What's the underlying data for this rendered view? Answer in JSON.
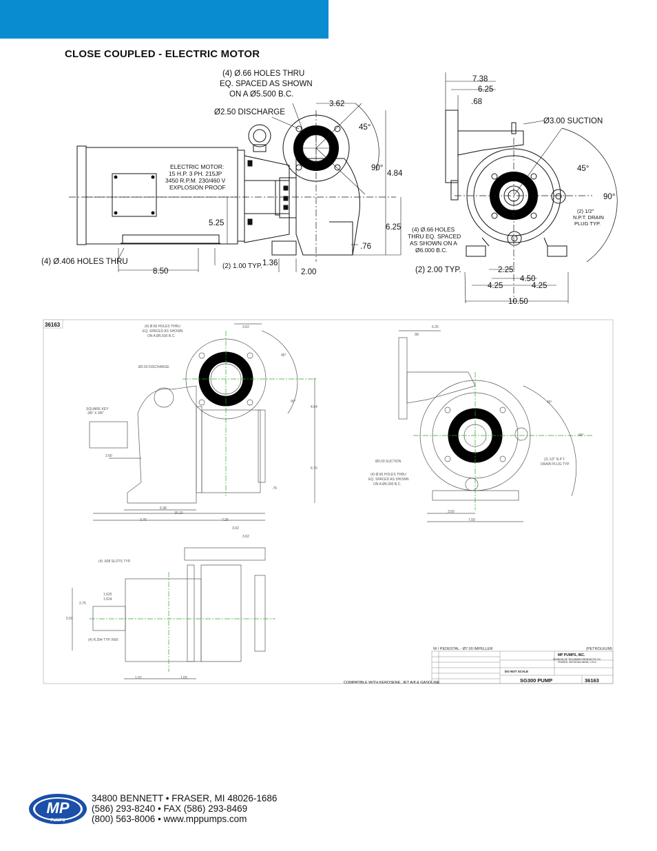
{
  "header": {
    "bar_color": "#0a8cd1"
  },
  "section_title": "CLOSE COUPLED - ELECTRIC MOTOR",
  "drawing1": {
    "holes_note": [
      "(4) Ø.66 HOLES THRU",
      "EQ. SPACED AS SHOWN",
      "ON A Ø5.500 B.C."
    ],
    "discharge": "Ø2.50 DISCHARGE",
    "dim_362": "3.62",
    "angle_45": "45°",
    "angle_90": "90°",
    "dim_484": "4.84",
    "motor_note": [
      "ELECTRIC MOTOR:",
      "15 H.P. 3 PH. 215JP",
      "3450 R.P.M. 230/460 V",
      "EXPLOSION PROOF"
    ],
    "dim_525": "5.25",
    "dim_625": "6.25",
    "dim_76": ".76",
    "holes_406": "(4) Ø.406 HOLES THRU",
    "dim_850": "8.50",
    "dim_100": "(2) 1.00 TYP.",
    "dim_136": "1.36",
    "dim_200": "2.00"
  },
  "drawing2": {
    "dim_738": "7.38",
    "dim_625": "6.25",
    "dim_68": ".68",
    "suction": "Ø3.00 SUCTION",
    "angle_45": "45°",
    "angle_90": "90°",
    "drain_note": [
      "(2) 1/2\"",
      "N.P.T. DRAIN",
      "PLUG TYP."
    ],
    "holes_note": [
      "(4) Ø.66 HOLES",
      "THRU EQ. SPACED",
      "AS SHOWN ON A",
      "Ø6.000 B.C."
    ],
    "dim_200": "(2) 2.00 TYP.",
    "dim_225": "2.25",
    "dim_450": "4.50",
    "dim_425a": "4.25",
    "dim_425b": "4.25",
    "dim_1050": "10.50"
  },
  "sheet": {
    "drawing_number": "36163",
    "impeller_note": "W / PEDESTAL - Ø7.00 IMPELLER",
    "petroleum": "(PETROLEUM)",
    "company": "MP PUMPS, INC.",
    "company_sub": [
      "DIVISION OF TECUMSEH PRODUCTS CO.",
      "FRASER, MICHIGAN 48026, U.S.A."
    ],
    "do_not_scale": "DO NOT SCALE",
    "title": "SG300 PUMP",
    "dwg_no": "36163",
    "compatible": "COMPATIBLE WITH KEROSENE, JET A/8 & GASOLINE",
    "small_labels": {
      "holes": [
        "(4) Ø.66 HOLES THRU",
        "EQ. SPACED AS SHOWN",
        "ON A Ø5.500 B.C."
      ],
      "dim_362": "3.62",
      "discharge": "Ø2.50 DISCHARGE",
      "angle_45": "45°",
      "angle_90": "90°",
      "dim_484": "4.84",
      "square_key": [
        "SQUARE KEY",
        "3/8\" X 3/8\""
      ],
      "dim_260": "2.60",
      "dim_675": "6.75",
      "dim_76": ".76",
      "dim_538": "5.38",
      "dim_625": "6.25",
      "dim_68": ".68",
      "suction": "Ø3.00 SUCTION",
      "holes_suction": [
        "(4) Ø.66 HOLES THRU",
        "EQ. SPACED AS SHOWN",
        "ON A Ø6.000 B.C."
      ],
      "drain": [
        "(2) 1/2\" N.P.T.",
        "DRAIN PLUG TYP."
      ],
      "dim_350": "3.50",
      "dim_700": "7.00",
      "dim_1510": "15.10",
      "dim_375": "3.75",
      "dim_725": "7.25",
      "dim_302": "3.02",
      "dim_362b": "3.62",
      "slots": "(4) .608 SLOTS TYP.",
      "shaft": [
        "1.625",
        "1.624"
      ],
      "dim_275": "2.75",
      "dim_550": "5.50",
      "radius": "(4) R.394 TYP. REF.",
      "dim_197": "1.97",
      "dim_165": "1.65"
    }
  },
  "footer": {
    "address": "34800 BENNETT • FRASER, MI 48026-1686",
    "phone": "(586) 293-8240 • FAX (586) 293-8469",
    "web": "(800) 563-8006 • www.mppumps.com",
    "logo_text": "MP",
    "logo_sub": "PUMPS",
    "logo_color": "#1b4fa8"
  }
}
